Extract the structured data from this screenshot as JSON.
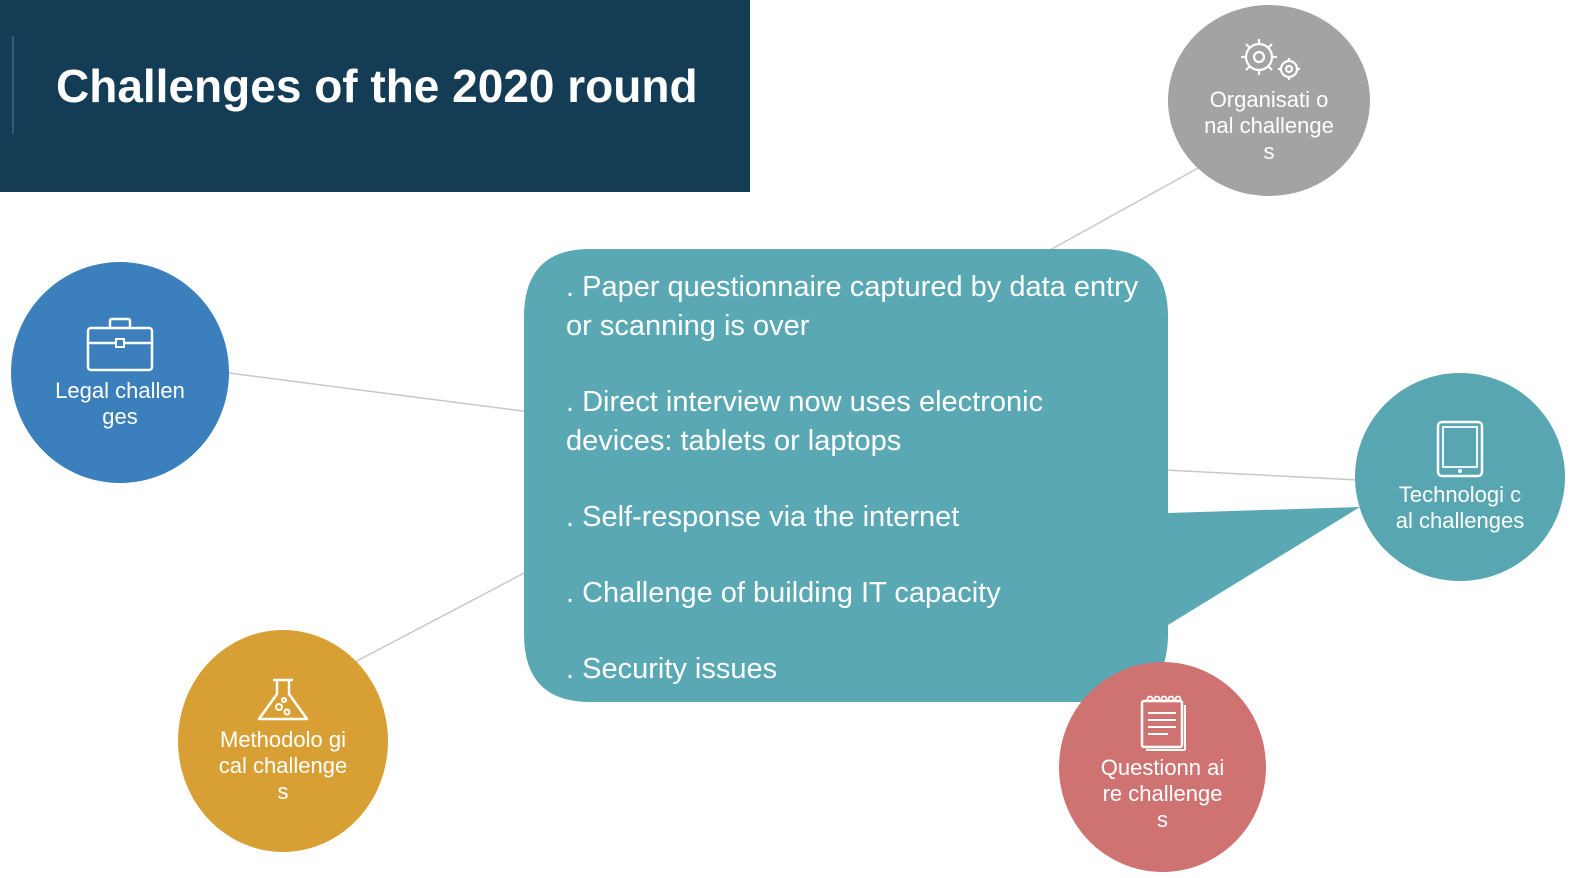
{
  "title": "Challenges of the 2020 round",
  "callout": {
    "items": [
      ". Paper questionnaire captured by data entry or scanning is over",
      ". Direct interview now uses electronic devices: tablets or laptops",
      ". Self-response via the internet",
      ". Challenge of building IT capacity",
      ". Security issues"
    ]
  },
  "nodes": {
    "legal": {
      "label": "Legal challenges",
      "icon": "briefcase-icon",
      "color": "#3b7fbd"
    },
    "methodological": {
      "label": "Methodolo gical challenges",
      "icon": "flask-icon",
      "color": "#d8a034"
    },
    "organisational": {
      "label": "Organisati onal challenges",
      "icon": "gears-icon",
      "color": "#a3a3a3"
    },
    "technological": {
      "label": "Technologi cal challenges",
      "icon": "tablet-icon",
      "color": "#58a6b2"
    },
    "questionnaire": {
      "label": "Questionn aire challenges",
      "icon": "notepad-icon",
      "color": "#cf7272"
    }
  },
  "colors": {
    "title_bg": "#143d55",
    "callout": "#5aa8b4",
    "connector": "#c8c8c8"
  }
}
